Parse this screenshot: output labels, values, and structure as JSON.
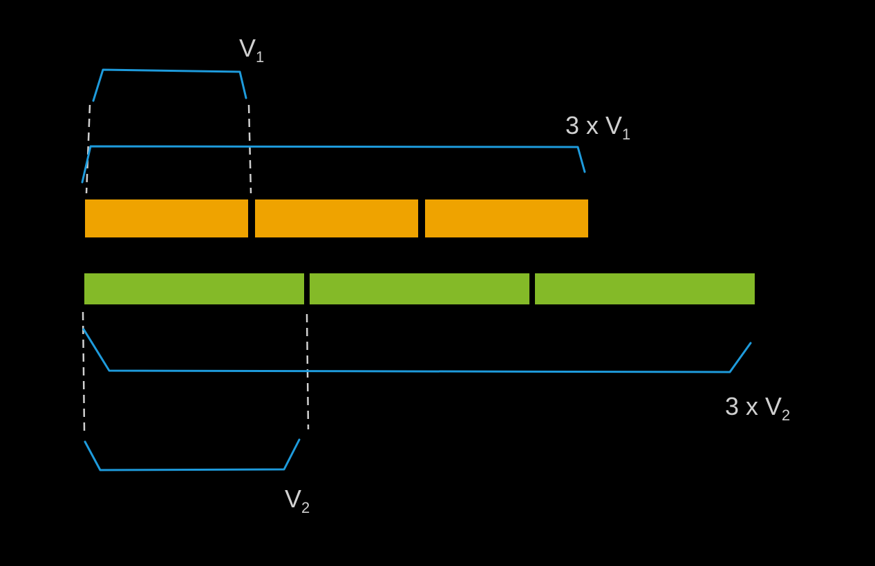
{
  "colors": {
    "background": "#000000",
    "segment_1": "#EFA300",
    "segment_2": "#84BA28",
    "brace": "#1E9BDC",
    "dashed_guide": "#D0D0D0",
    "label_text": "#D0D0D0"
  },
  "bars": [
    {
      "segments": 3,
      "segment_label": "V1"
    },
    {
      "segments": 3,
      "segment_label": "V2"
    }
  ],
  "labels": {
    "v1": {
      "main": "V",
      "sub": "1"
    },
    "three_v1": {
      "main": "3 x V",
      "sub": "1"
    },
    "three_v2": {
      "main": "3 x V",
      "sub": "2"
    },
    "v2": {
      "main": "V",
      "sub": "2"
    }
  }
}
